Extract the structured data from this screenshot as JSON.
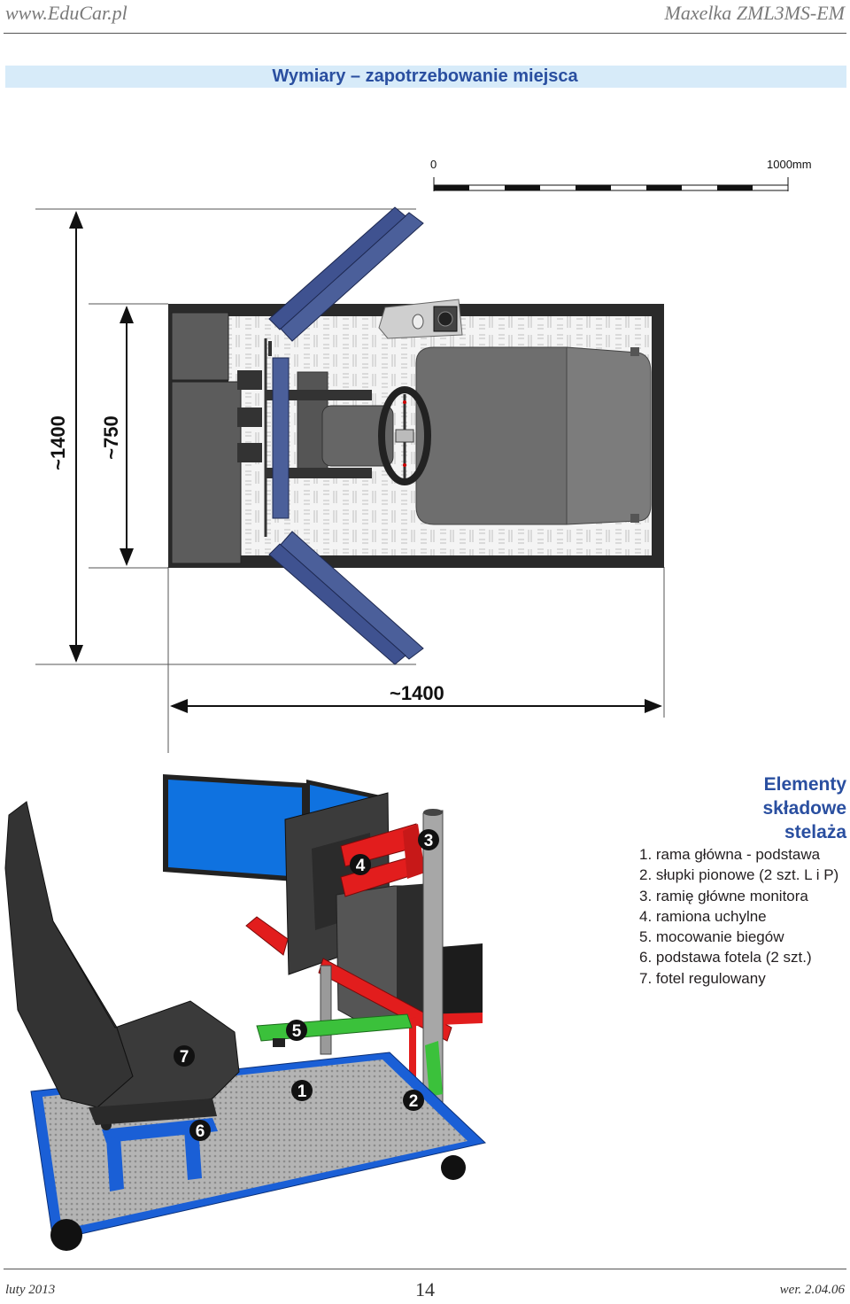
{
  "header": {
    "site": "www.EduCar.pl",
    "model": "Maxelka ZML3MS-EM"
  },
  "section_title": "Wymiary – zapotrzebowanie miejsca",
  "scale": {
    "start_label": "0",
    "end_label": "1000mm"
  },
  "dimensions": {
    "outer_height": "~1400",
    "inner_height": "~750",
    "width": "~1400"
  },
  "elements": {
    "title_lines": [
      "Elementy",
      "składowe",
      "stelaża"
    ],
    "items": [
      "1. rama główna - podstawa",
      "2. słupki pionowe (2 szt. L i P)",
      "3. ramię główne monitora",
      "4. ramiona uchylne",
      "5. mocowanie biegów",
      "6. podstawa fotela (2 szt.)",
      "7. fotel regulowany"
    ]
  },
  "callouts": [
    "1",
    "2",
    "3",
    "4",
    "5",
    "6",
    "7"
  ],
  "footer": {
    "date": "luty 2013",
    "page": "14",
    "version": "wer. 2.04.06"
  },
  "colors": {
    "title": "#2a4fa0",
    "title_band": "#d7ebf9",
    "panel_blue": "#4b5f9a",
    "frame_blue": "#1a5fd6",
    "arm_red": "#e21d1d",
    "mount_green": "#3bc13b"
  }
}
